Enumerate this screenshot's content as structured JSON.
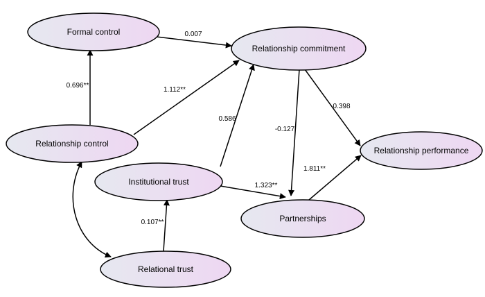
{
  "nodes": {
    "formal_control": "Formal control",
    "relationship_commitment": "Relationship commitment",
    "relationship_control": "Relationship control",
    "relationship_performance": "Relationship performance",
    "institutional_trust": "Institutional trust",
    "partnerships": "Partnerships",
    "relational_trust": "Relational trust"
  },
  "paths": [
    {
      "from": "Formal control",
      "to": "Relationship commitment",
      "coefficient": "0.007"
    },
    {
      "from": "Relationship control",
      "to": "Formal control",
      "coefficient": "0.696**"
    },
    {
      "from": "Relationship control",
      "to": "Relationship commitment",
      "coefficient": "1.112**"
    },
    {
      "from": "Institutional trust",
      "to": "Relationship commitment",
      "coefficient": "0.586"
    },
    {
      "from": "Relationship commitment",
      "to": "Partnerships",
      "coefficient": "-0.127"
    },
    {
      "from": "Relationship commitment",
      "to": "Relationship performance",
      "coefficient": "0.398"
    },
    {
      "from": "Institutional trust",
      "to": "Partnerships",
      "coefficient": "1.323**"
    },
    {
      "from": "Partnerships",
      "to": "Relationship performance",
      "coefficient": "1.811**"
    },
    {
      "from": "Relational trust",
      "to": "Institutional trust",
      "coefficient": "0.107**"
    },
    {
      "from": "Relationship control",
      "to": "Relational trust",
      "coefficient": "",
      "bidirectional": true
    }
  ],
  "colors": {
    "node_fill_left": "#e6e8f0",
    "node_fill_right": "#eed7f2",
    "stroke": "#000000"
  }
}
